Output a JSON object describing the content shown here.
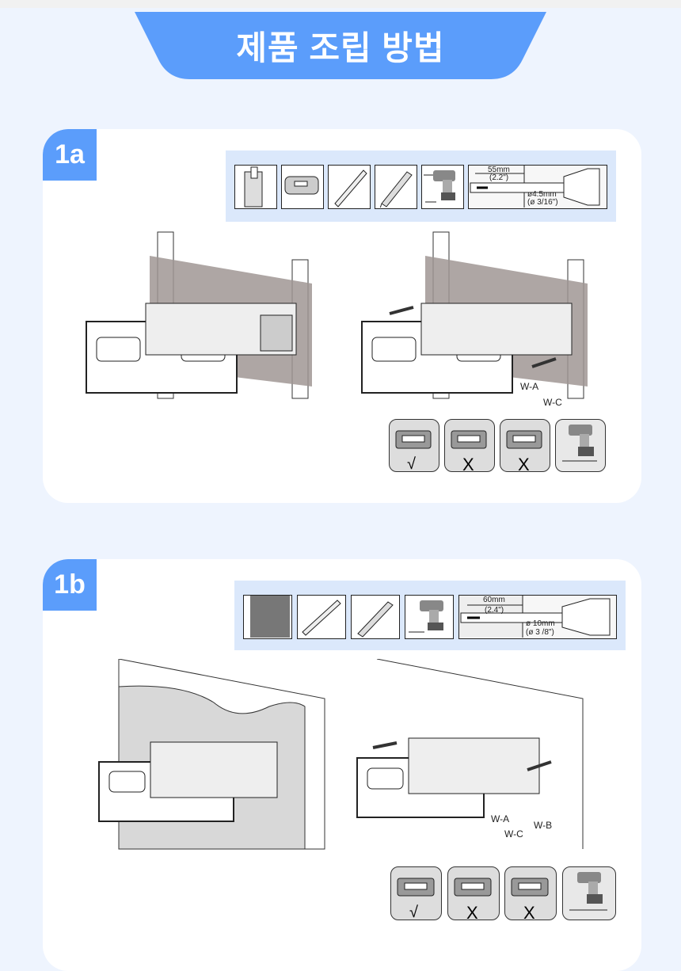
{
  "page_title": "제품 조립 방법",
  "colors": {
    "accent": "#5b9dfb",
    "strip": "#dbe8fb",
    "background": "#eef4fe"
  },
  "sections": [
    {
      "badge": "1a",
      "drill": {
        "depth_mm": "55mm",
        "depth_in": "(2.2\")",
        "diameter_mm": "ø4.5mm",
        "diameter_in": "(ø 3/16\")"
      },
      "labels": {
        "wa": "W-A",
        "wc": "W-C"
      },
      "level_marks": [
        "√",
        "X",
        "X"
      ]
    },
    {
      "badge": "1b",
      "drill": {
        "depth_mm": "60mm",
        "depth_in": "(2.4\")",
        "diameter_mm": "ø 10mm",
        "diameter_in": "(ø 3 /8\")"
      },
      "labels": {
        "wa": "W-A",
        "wc": "W-C",
        "wb": "W-B"
      },
      "level_marks": [
        "√",
        "X",
        "X"
      ]
    }
  ]
}
